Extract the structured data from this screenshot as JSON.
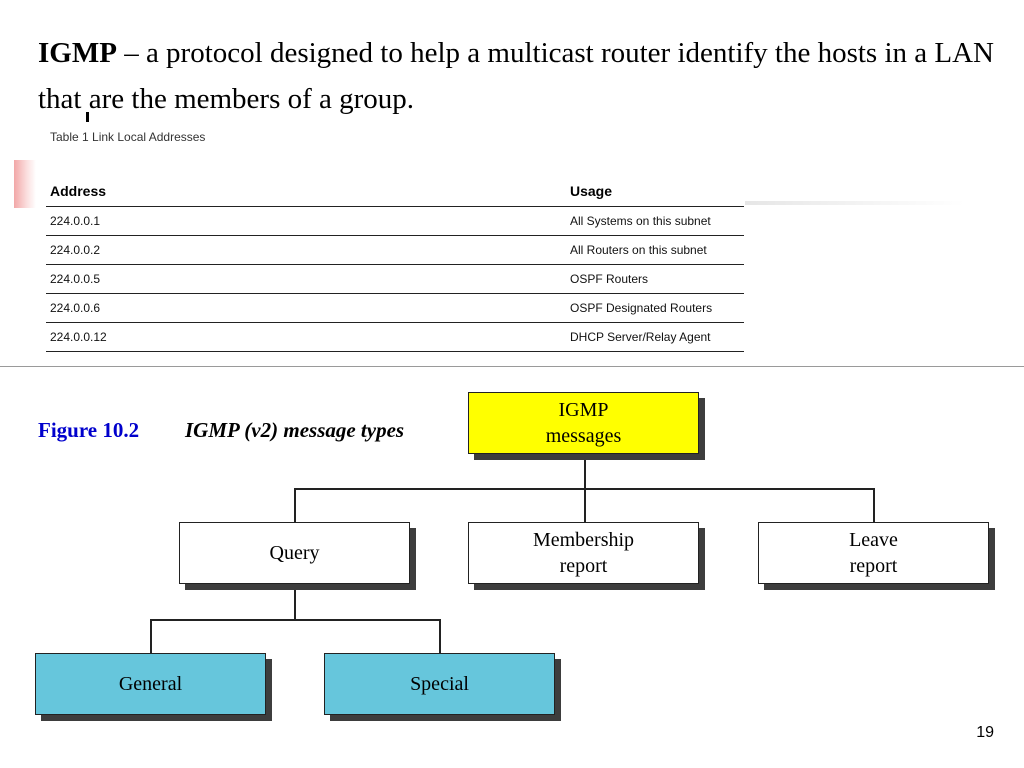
{
  "heading": {
    "term": "IGMP",
    "rest": " – a protocol designed to help a multicast router identify the hosts in a LAN that are the members of a group."
  },
  "table": {
    "caption": "Table 1  Link Local Addresses",
    "headers": [
      "Address",
      "Usage"
    ],
    "rows": [
      {
        "address": "224.0.0.1",
        "usage": "All Systems on this subnet"
      },
      {
        "address": "224.0.0.2",
        "usage": "All Routers on this subnet"
      },
      {
        "address": "224.0.0.5",
        "usage": "OSPF Routers"
      },
      {
        "address": "224.0.0.6",
        "usage": "OSPF Designated Routers"
      },
      {
        "address": "224.0.0.12",
        "usage": "DHCP Server/Relay Agent"
      }
    ]
  },
  "figure": {
    "label": "Figure 10.2",
    "title": "IGMP (v2) message types"
  },
  "diagram": {
    "root": {
      "line1": "IGMP",
      "line2": "messages",
      "color": "#ffff00"
    },
    "query": "Query",
    "membership": {
      "line1": "Membership",
      "line2": "report"
    },
    "leave": {
      "line1": "Leave",
      "line2": "report"
    },
    "general": "General",
    "special": "Special",
    "leaf_color": "#66c6dc"
  },
  "page_number": "19"
}
